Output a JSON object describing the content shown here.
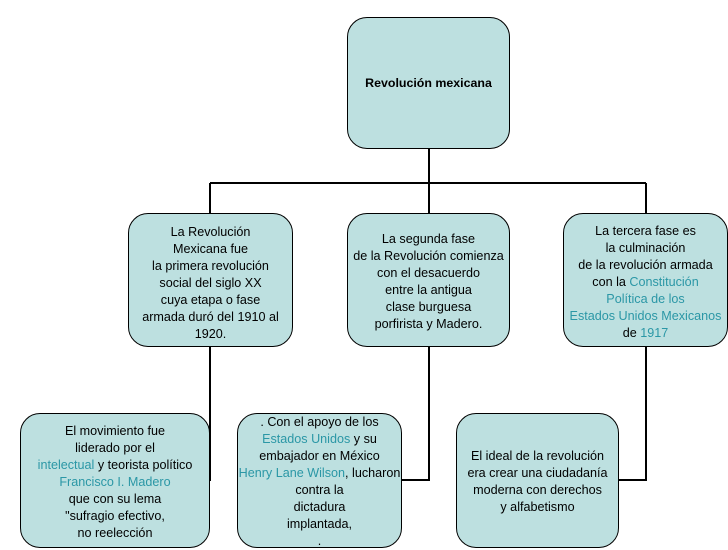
{
  "diagram": {
    "root": {
      "lines": [
        "Revolución mexicana"
      ]
    },
    "phase1": {
      "lines": [
        "La Revolución",
        "Mexicana fue",
        "la primera revolución",
        "social del siglo XX",
        "cuya etapa o fase",
        "armada duró del 1910 al",
        "1920."
      ]
    },
    "phase2": {
      "lines": [
        "La segunda fase",
        "de la Revolución comienza",
        "con el desacuerdo",
        "entre la antigua",
        "clase burguesa",
        "porfirista y Madero."
      ]
    },
    "phase3": {
      "l1": "La tercera fase es",
      "l2": "la culminación",
      "l3": "de la revolución armada",
      "l4_text": "con la ",
      "l4_link": "Constitución",
      "l5_link": "Política de los",
      "l6_link": "Estados Unidos Mexicanos",
      "l7_text": "de ",
      "l7_link": "1917"
    },
    "leader": {
      "l1": "El movimiento fue",
      "l2": "liderado por el",
      "l3_link": "intelectual",
      "l3_text": " y teorista político",
      "l4_link": "Francisco I. Madero",
      "l5": "que con su lema",
      "l6": "\"sufragio efectivo,",
      "l7": "no reelección"
    },
    "support": {
      "l1": ". Con el apoyo de los",
      "l2_link": "Estados Unidos",
      "l2_text": " y su",
      "l3": "embajador en México",
      "l4_link": "Henry Lane Wilson",
      "l4_text": ", lucharon",
      "l5": "contra la",
      "l6": "dictadura",
      "l7": "implantada,",
      "l8": "."
    },
    "ideal": {
      "lines": [
        "El ideal de la revolución",
        "era crear una ciudadanía",
        "moderna con derechos",
        "y alfabetismo"
      ]
    }
  },
  "colors": {
    "node_fill": "#bde0e0",
    "link_text": "#2b97a6",
    "stroke": "#000000"
  }
}
